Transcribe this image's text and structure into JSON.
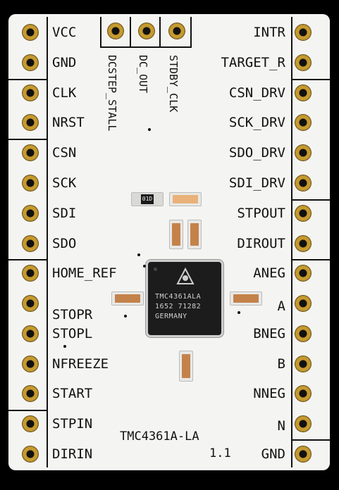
{
  "board": {
    "name": "TMC4361A-LA",
    "version": "1.1",
    "left_pins": [
      "VCC",
      "GND",
      "CLK",
      "NRST",
      "CSN",
      "SCK",
      "SDI",
      "SDO",
      "HOME_REF",
      "STOPR",
      "STOPL",
      "NFREEZE",
      "START",
      "STPIN",
      "DIRIN"
    ],
    "right_pins": [
      "INTR",
      "TARGET_R",
      "CSN_DRV",
      "SCK_DRV",
      "SDO_DRV",
      "SDI_DRV",
      "STPOUT",
      "DIROUT",
      "ANEG",
      "A",
      "BNEG",
      "B",
      "NNEG",
      "N",
      "GND"
    ],
    "top_pins": [
      "DCSTEP_STALL",
      "DC_OUT",
      "STDBY_CLK"
    ],
    "chip": {
      "line1": "TMC4361ALA",
      "line2": "1652 71282",
      "line3": "GERMANY"
    },
    "resistor_marking": "01D"
  }
}
